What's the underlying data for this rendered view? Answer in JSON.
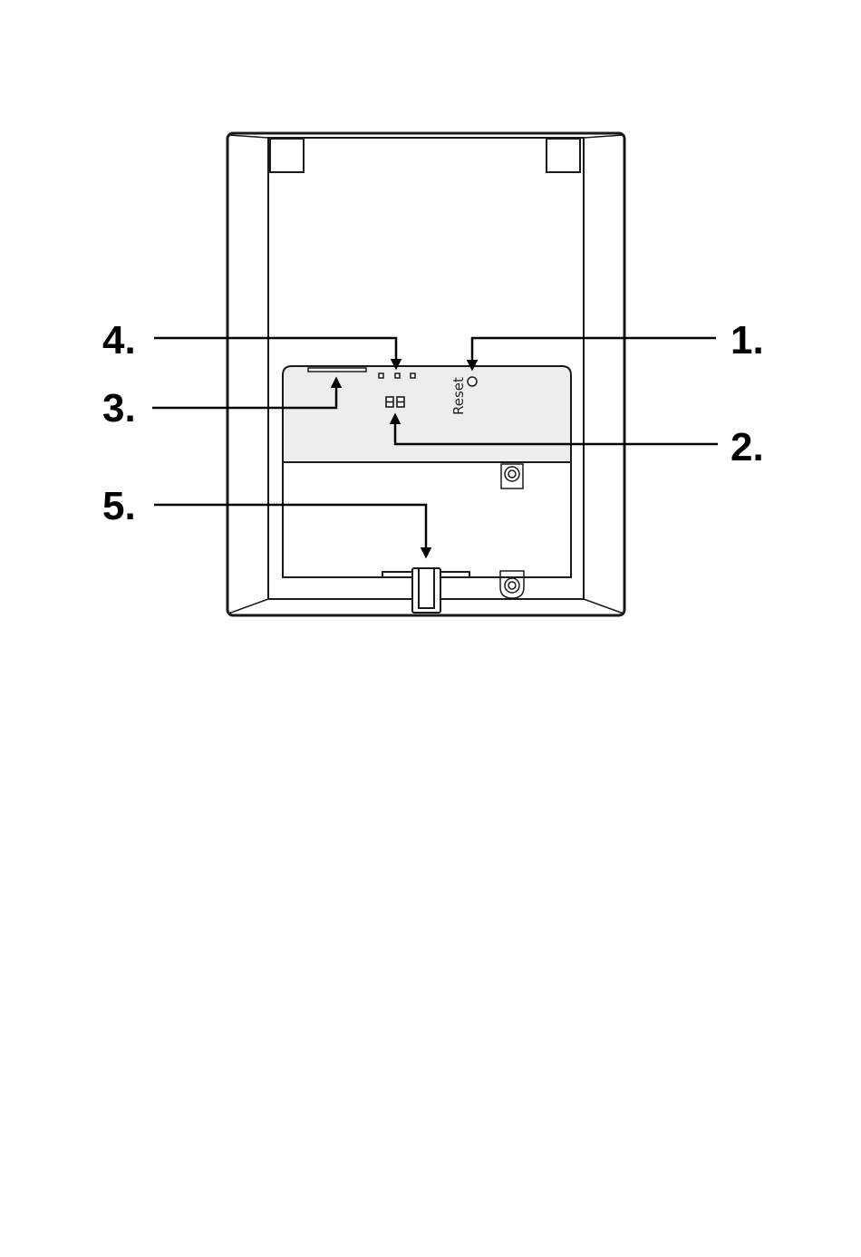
{
  "device": {
    "reset_label": "Reset"
  },
  "callouts": [
    {
      "id": "1",
      "label": "1."
    },
    {
      "id": "2",
      "label": "2."
    },
    {
      "id": "3",
      "label": "3."
    },
    {
      "id": "4",
      "label": "4."
    },
    {
      "id": "5",
      "label": "5."
    }
  ],
  "colors": {
    "outline": "#1a1a1a",
    "panel_fill": "#ededed",
    "background": "#ffffff"
  }
}
